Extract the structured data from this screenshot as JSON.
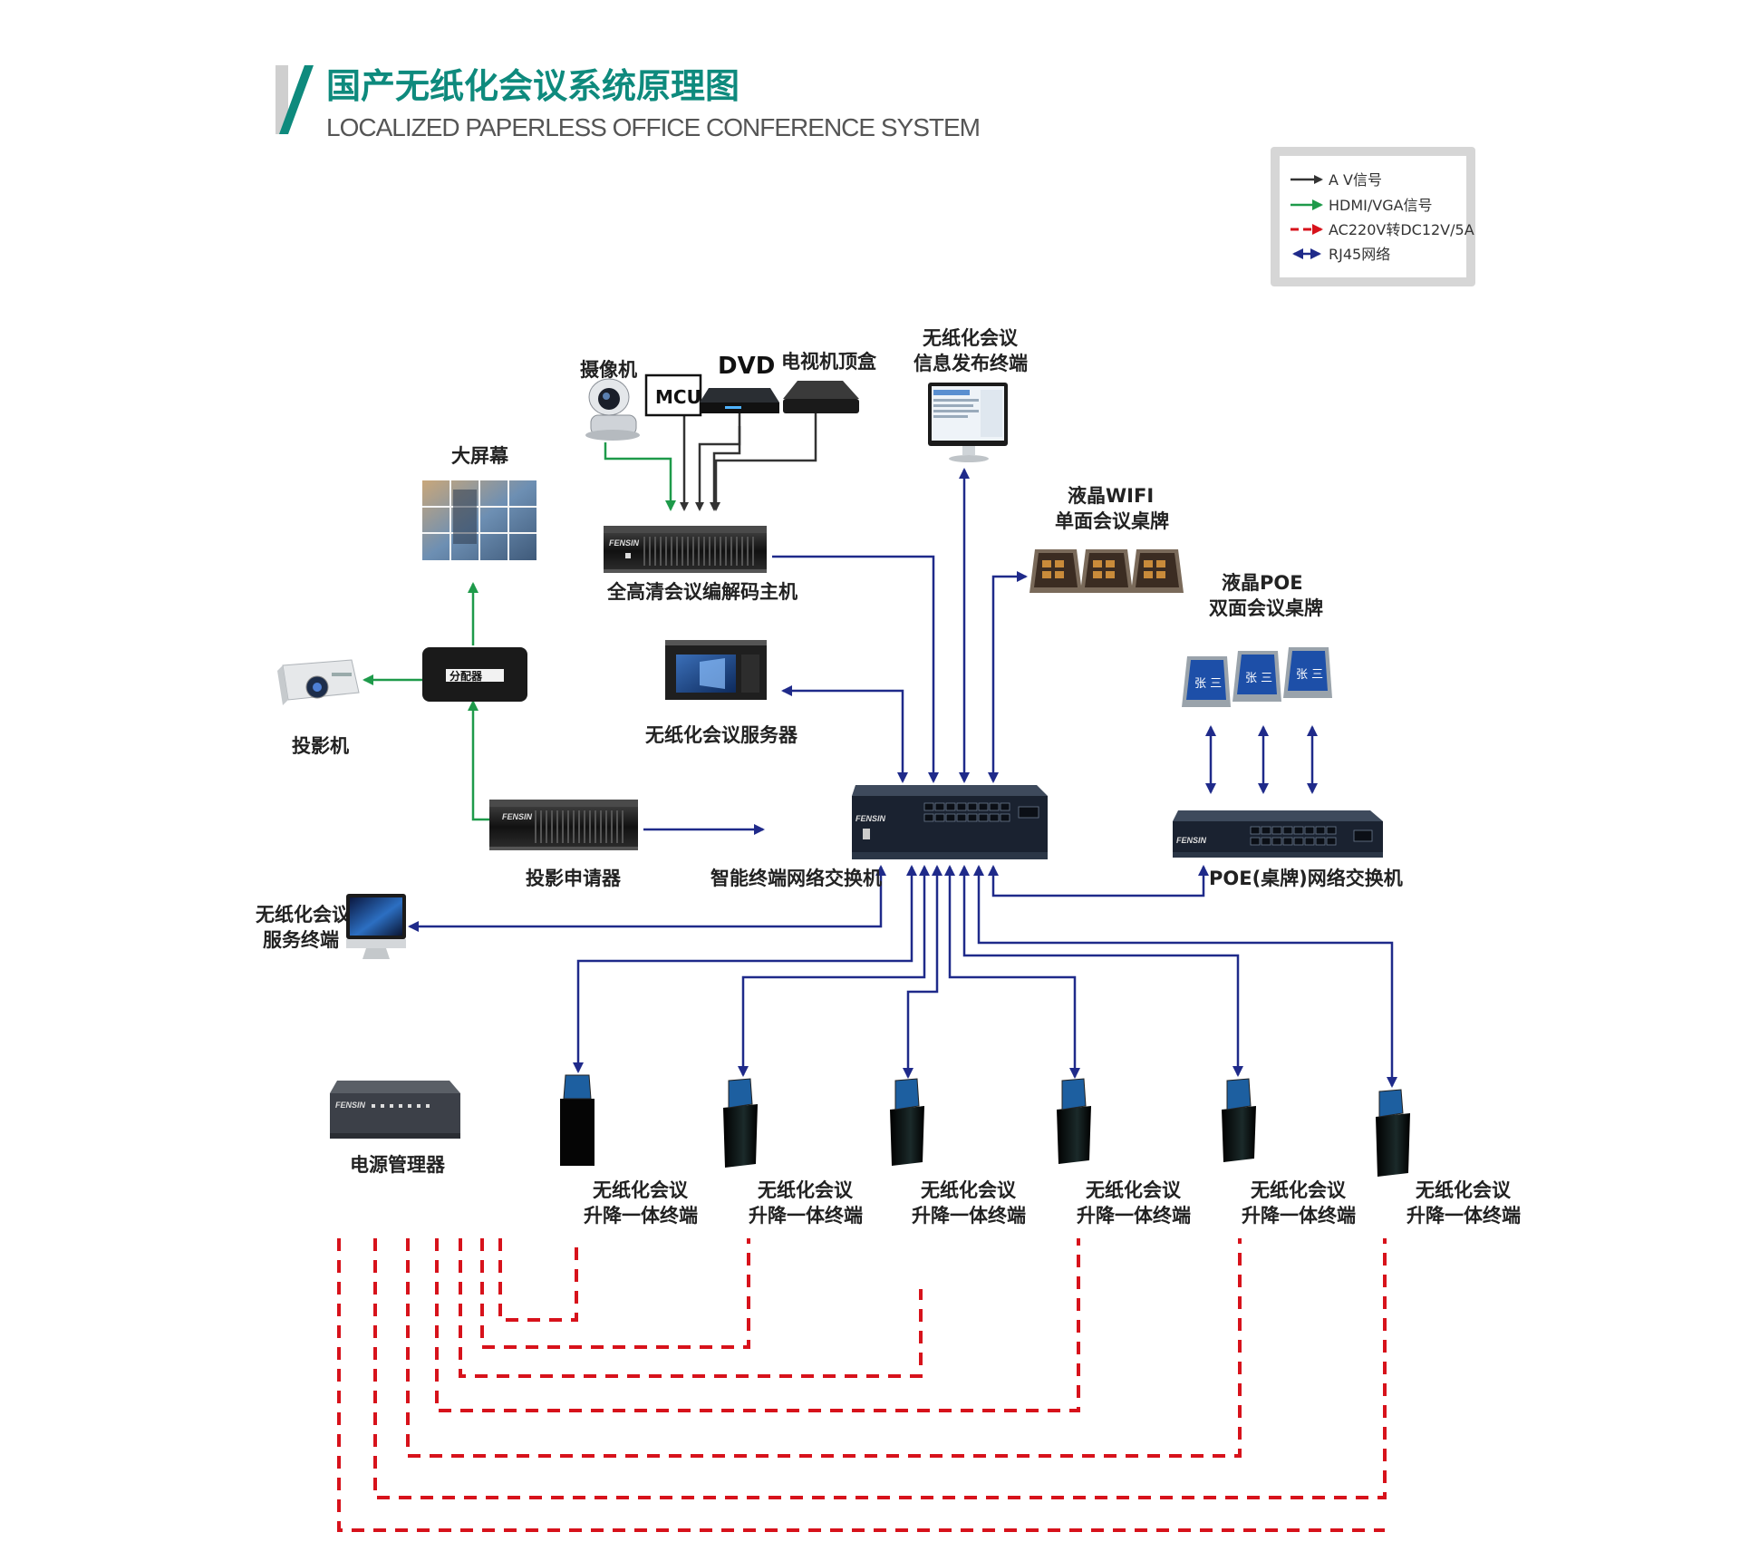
{
  "header": {
    "title_cn": "国产无纸化会议系统原理图",
    "title_en": "LOCALIZED PAPERLESS OFFICE  CONFERENCE SYSTEM"
  },
  "legend": {
    "items": [
      {
        "label": "A V信号",
        "color": "#333333",
        "style": "solid"
      },
      {
        "label": "HDMI/VGA信号",
        "color": "#1e9a4a",
        "style": "solid"
      },
      {
        "label": "AC220V转DC12V/5A",
        "color": "#d7121b",
        "style": "dashed"
      },
      {
        "label": "RJ45网络",
        "color": "#1f2a8a",
        "style": "double"
      }
    ]
  },
  "colors": {
    "av": "#333333",
    "hdmi": "#1e9a4a",
    "power": "#d7121b",
    "rj45": "#1f2a8a",
    "accent": "#0e8a7d"
  },
  "devices": {
    "camera": "摄像机",
    "mcu": "MCU",
    "dvd": "DVD",
    "stb": "电视机顶盒",
    "info_terminal": [
      "无纸化会议",
      "信息发布终端"
    ],
    "big_screen": "大屏幕",
    "codec_host": "全高清会议编解码主机",
    "lcd_wifi": [
      "液晶WIFI",
      "单面会议桌牌"
    ],
    "lcd_poe": [
      "液晶POE",
      "双面会议桌牌"
    ],
    "splitter": "分配器",
    "projector": "投影机",
    "server": "无纸化会议服务器",
    "projection_requester": "投影申请器",
    "main_switch": "智能终端网络交换机",
    "poe_switch": "POE(桌牌)网络交换机",
    "service_terminal": [
      "无纸化会议",
      "服务终端"
    ],
    "power_manager": "电源管理器",
    "lift_terminal": [
      "无纸化会议",
      "升降一体终端"
    ],
    "nameplate_name": "张 三",
    "brand": "FENSIN"
  }
}
